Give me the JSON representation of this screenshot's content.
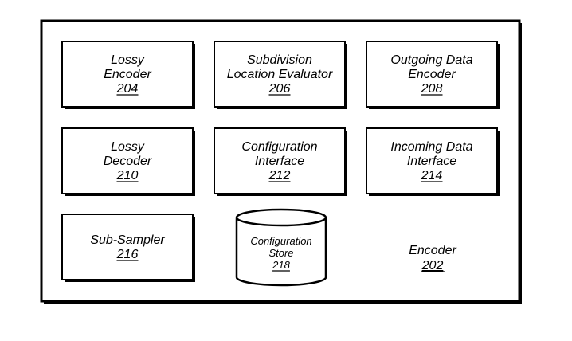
{
  "diagram": {
    "title": "Encoder",
    "container": {
      "name": "Encoder",
      "ref": "202"
    },
    "components": [
      {
        "id": "lossy-encoder",
        "lines": [
          "Lossy",
          "Encoder"
        ],
        "ref": "204",
        "shape": "box"
      },
      {
        "id": "subdivision-location-evaluator",
        "lines": [
          "Subdivision",
          "Location Evaluator"
        ],
        "ref": "206",
        "shape": "box"
      },
      {
        "id": "outgoing-data-encoder",
        "lines": [
          "Outgoing Data",
          "Encoder"
        ],
        "ref": "208",
        "shape": "box"
      },
      {
        "id": "lossy-decoder",
        "lines": [
          "Lossy",
          "Decoder"
        ],
        "ref": "210",
        "shape": "box"
      },
      {
        "id": "configuration-interface",
        "lines": [
          "Configuration",
          "Interface"
        ],
        "ref": "212",
        "shape": "box"
      },
      {
        "id": "incoming-data-interface",
        "lines": [
          "Incoming Data",
          "Interface"
        ],
        "ref": "214",
        "shape": "box"
      },
      {
        "id": "sub-sampler",
        "lines": [
          "Sub-Sampler"
        ],
        "ref": "216",
        "shape": "box"
      },
      {
        "id": "configuration-store",
        "lines": [
          "Configuration",
          "Store"
        ],
        "ref": "218",
        "shape": "cylinder"
      }
    ]
  }
}
